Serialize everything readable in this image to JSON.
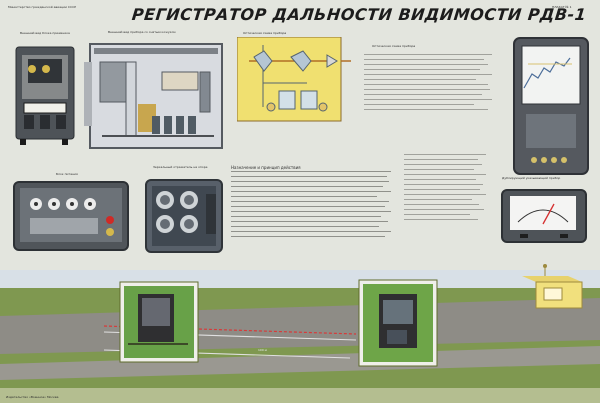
{
  "poster": {
    "header_left": "Министерство гражданской авиации СССР",
    "header_right": "ПЛАКАТ № 1",
    "title": "РЕГИСТРАТОР ДАЛЬНОСТИ ВИДИМОСТИ РДВ-1",
    "labels": {
      "transmitter": "Внешний вид блока приемника",
      "device_open": "Внешний вид прибора со снятым кожухом",
      "optical_scheme": "Оптическая схема прибора",
      "control_block": "Блок питания",
      "reflector": "Зеркальный отражатель на опоре",
      "principle": "Назначение и принцип действия",
      "recorder": "Регистрирующий прибор",
      "indicator": "Дублирующий указывающий прибор",
      "distance": "100 м"
    },
    "footer": "Издательство «Военное»  Москва"
  },
  "colors": {
    "background": "#e3e5de",
    "sky": "#d8e0e7",
    "grass": "#7f9850",
    "road": "#8e8c86",
    "optic_panel": "#f0e070",
    "device_body": "#4d5153",
    "building_yellow": "#f1e07d"
  }
}
